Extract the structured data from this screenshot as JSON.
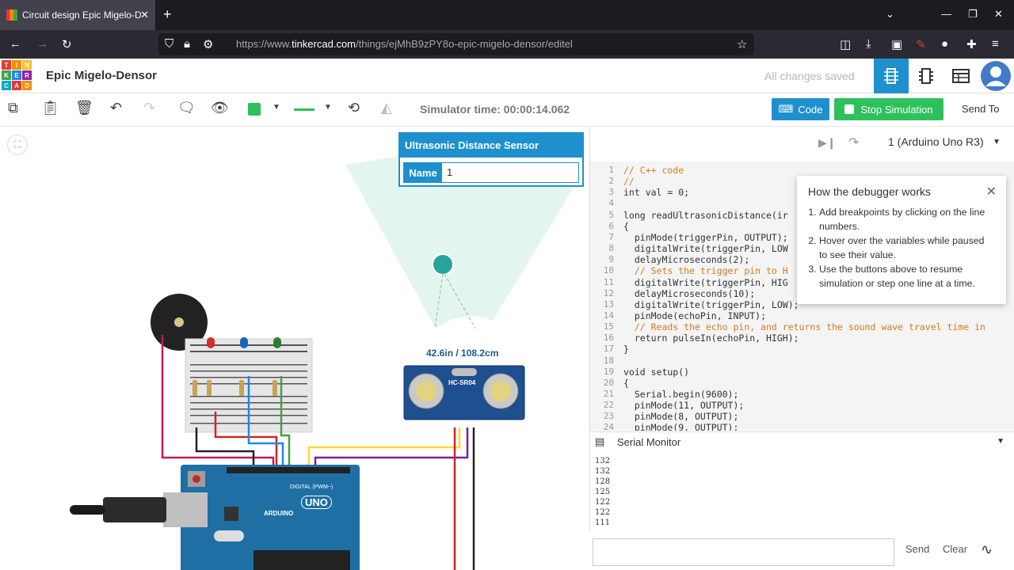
{
  "browser": {
    "tab_title": "Circuit design Epic Migelo-De",
    "url_prefix": "https://www.",
    "url_host": "tinkercad.com",
    "url_path": "/things/ejMhB9zPY8o-epic-migelo-densor/editel"
  },
  "header": {
    "logo_letters": [
      "TIN",
      "KER",
      "CAD"
    ],
    "design_name": "Epic Migelo-Densor",
    "save_status": "All changes saved"
  },
  "toolbar": {
    "simulator_time": "Simulator time: 00:00:14.062",
    "code_label": "Code",
    "stop_label": "Stop Simulation",
    "send_to_label": "Send To",
    "fill_color": "#2ec05b"
  },
  "component_popup": {
    "title": "Ultrasonic Distance Sensor",
    "name_label": "Name",
    "name_value": "1"
  },
  "canvas": {
    "distance_reading": "42.6in / 108.2cm",
    "sensor_label": "HC-SR04",
    "board_label_digital": "DIGITAL (PWM~)",
    "board_brand": "ARDUINO",
    "board_model": "UNO"
  },
  "code_panel": {
    "board_select": "1 (Arduino Uno R3)",
    "lines": [
      {
        "n": "1",
        "t": "// C++ code"
      },
      {
        "n": "2",
        "t": "//"
      },
      {
        "n": "3",
        "t": "int val = 0;"
      },
      {
        "n": "4",
        "t": ""
      },
      {
        "n": "5",
        "t": "long readUltrasonicDistance(ir"
      },
      {
        "n": "6",
        "t": "{"
      },
      {
        "n": "7",
        "t": "  pinMode(triggerPin, OUTPUT);"
      },
      {
        "n": "8",
        "t": "  digitalWrite(triggerPin, LOW"
      },
      {
        "n": "9",
        "t": "  delayMicroseconds(2);"
      },
      {
        "n": "10",
        "t": "  // Sets the trigger pin to H"
      },
      {
        "n": "11",
        "t": "  digitalWrite(triggerPin, HIG"
      },
      {
        "n": "12",
        "t": "  delayMicroseconds(10);"
      },
      {
        "n": "13",
        "t": "  digitalWrite(triggerPin, LOW);"
      },
      {
        "n": "14",
        "t": "  pinMode(echoPin, INPUT);"
      },
      {
        "n": "15",
        "t": "  // Reads the echo pin, and returns the sound wave travel time in"
      },
      {
        "n": "16",
        "t": "  return pulseIn(echoPin, HIGH);"
      },
      {
        "n": "17",
        "t": "}"
      },
      {
        "n": "18",
        "t": ""
      },
      {
        "n": "19",
        "t": "void setup()"
      },
      {
        "n": "20",
        "t": "{"
      },
      {
        "n": "21",
        "t": "  Serial.begin(9600);"
      },
      {
        "n": "22",
        "t": "  pinMode(11, OUTPUT);"
      },
      {
        "n": "23",
        "t": "  pinMode(8, OUTPUT);"
      },
      {
        "n": "24",
        "t": "  pinMode(9, OUTPUT);"
      }
    ]
  },
  "debugger_tip": {
    "title": "How the debugger works",
    "steps": [
      "Add breakpoints by clicking on the line numbers.",
      "Hover over the variables while paused to see their value.",
      "Use the buttons above to resume simulation or step one line at a time."
    ]
  },
  "serial_monitor": {
    "title": "Serial Monitor",
    "lines": [
      "132",
      "132",
      "128",
      "125",
      "122",
      "122",
      "111"
    ],
    "send_label": "Send",
    "clear_label": "Clear",
    "input_value": ""
  }
}
